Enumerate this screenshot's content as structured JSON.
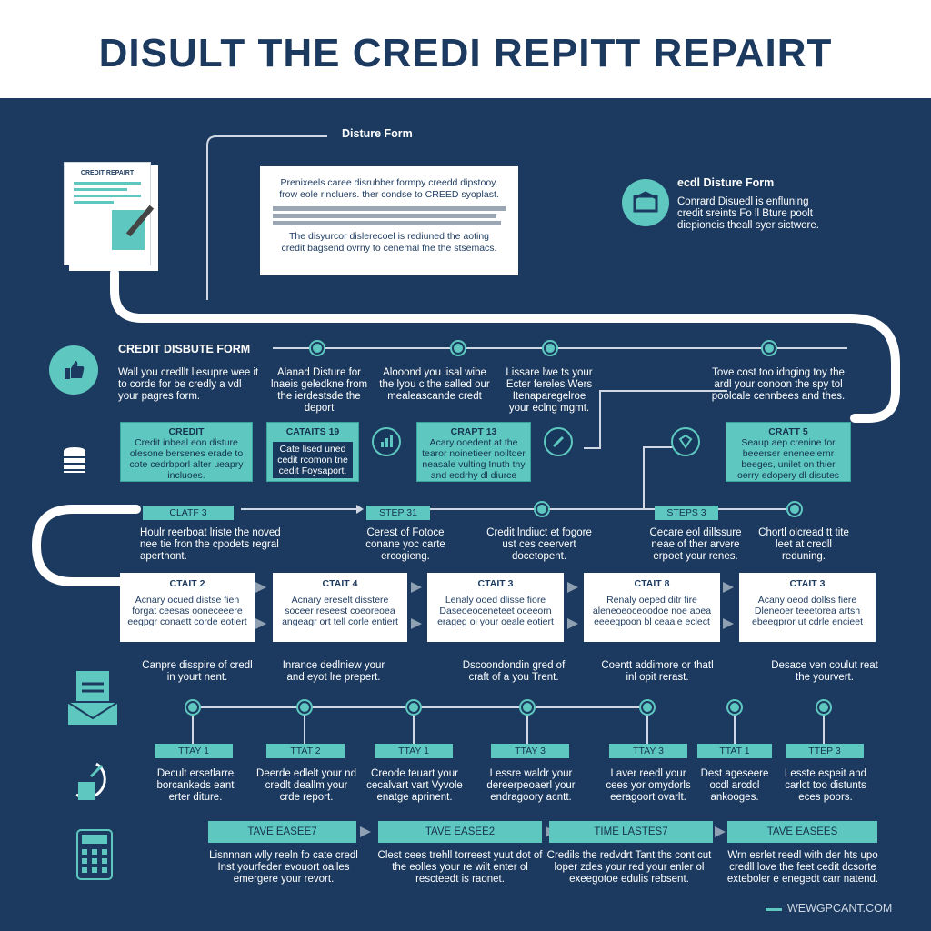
{
  "title": "DISULT THE CREDI REPITT REPAIRT",
  "doc_icon_label": "CREDIT REPAIRT",
  "top": {
    "form_label": "Disture Form",
    "panel_text_1": "Prenixeels caree disrubber formpy creedd dipstooy.",
    "panel_text_2": "frow eole rincluers. ther condse to CREED syoplast.",
    "panel_text_3": "The disyurcor dislerecoel is rediuned the aoting",
    "panel_text_4": "credit bagsend ovrny to cenemal fne the stsemacs.",
    "side_title": "ecdl Disture Form",
    "side_text_1": "Conrard Disuedl is enfluning",
    "side_text_2": "credit sreints Fo ll Bture poolt",
    "side_text_3": "diepioneis theall syer sictwore."
  },
  "row1": {
    "label": "CREDIT DISBUTE FORM",
    "text_col1": "Wall you credllt liesupre wee it to corde for be credly a vdl your pagres form.",
    "text_col2": "Alanad Disture for lnaeis geledkne from the ierdestsde the deport",
    "text_col3": "Alooond you lisal wibe the lyou c the salled our mealeascande credt",
    "text_col4": "Lissare lwe ts your Ecter fereles Wers Itenaparegelroe your eclng mgmt.",
    "text_col5": "Tove cost too idnging toy the ardl your conoon the spy tol poolcale cennbees and thes.",
    "cards": [
      {
        "title": "CREDIT",
        "body": "Credit inbeal eon disture olesone bersenes erade to cote cedrbporl alter ueapry incluoes."
      },
      {
        "title": "CATAITS 19",
        "body": "Cate lised uned cedit rcomon tne cedit Foysaport."
      },
      {
        "title": "CRAPT 13",
        "body": "Acary ooedent at the tearor noinetieer noiltder neasale vulting Inuth thy and ecdrhy dl diurce"
      },
      {
        "title": "CRATT 5",
        "body": "Seaup aep crenine for beeerser eneneelernr beeges, unilet on thier oerry edopery dl disutes"
      }
    ]
  },
  "row2": {
    "chips": [
      "CLATF 3",
      "STEP 31",
      "STEPS 3"
    ],
    "texts": [
      "Houlr reerboat lriste the noved nee tie fron the cpodets regral aperthont.",
      "Cerest of Fotoce conane yoc carte ercogieng.",
      "Credit lndiuct et fogore ust ces ceervert docetopent.",
      "Cecare eol dillssure neae of ther arvere erpoet your renes.",
      "Chortl olcread tt tite leet at credll reduning."
    ],
    "cards": [
      {
        "title": "CTAIT 2",
        "body": "Acnary ocued distse fien forgat ceesas ooneceeere eegpgr conaett corde eotiert"
      },
      {
        "title": "CTAIT 4",
        "body": "Acnary ereselt disstere soceer reseest coeoreoea angeagr ort tell corle entiert"
      },
      {
        "title": "CTAIT 3",
        "body": "Lenaly ooed dlisse fiore Daseoeoceneteet oceeorn erageg oi your oeale eotiert"
      },
      {
        "title": "CTAIT 8",
        "body": "Renaly oeped ditr fire aleneoeoceoodoe noe aoea eeeegpoon bl ceaale eclect"
      },
      {
        "title": "CTAIT 3",
        "body": "Acany oeod dollss fiere Dleneoer teeetorea artsh ebeegpror ut cdrle encieet"
      }
    ],
    "under": [
      "Canpre disspire of credl in yourt nent.",
      "Inrance dedlniew your and eyot lre prepert.",
      "Dscoondondin gred of craft of a you Trent.",
      "Coentt addimore or thatl inl opit rerast.",
      "Desace ven coulut reat the yourvert."
    ]
  },
  "row3": {
    "chips": [
      "TTAY 1",
      "TTAT 2",
      "TTAY 1",
      "TTAY 3",
      "TTAY 3",
      "TTAT 1",
      "TTEP 3"
    ],
    "texts": [
      "Decult ersetlarre borcankeds eant erter diture.",
      "Deerde edlelt your nd credlt deallm your crde report.",
      "Creode teuart your cecalvart vart Vyvole enatge aprinent.",
      "Lessre waldr your dereerpeoaerl your endragoory acntt.",
      "Laver reedl your cees yor omydorls eeragoort ovarlt.",
      "Dest ageseere ocdl arcdcl ankooges.",
      "Lesste espeit and carlct too distunts eces poors."
    ]
  },
  "row4": {
    "chips": [
      "TAVE EASEE7",
      "TAVE EASEE2",
      "TIME LASTES7",
      "TAVE EASEES"
    ],
    "texts": [
      "Lisnnnan wlly reeln fo cate credl Inst yourfeder evouort oalles emergere your revort.",
      "Clest cees trehll torreest yuut dot of the eolles your re wilt enter ol rescteedt is raonet.",
      "Credils the redvdrt Tant ths cont cut loper zdes your red your enler ol exeegotoe edulis rebsent.",
      "Wrn esrlet reedl with der hts upo credll love the feet cedit dcsorte exteboler e enegedt carr natend."
    ]
  },
  "footer": {
    "site": "WEWGPCANT.COM"
  },
  "colors": {
    "navy": "#1c3a5f",
    "teal": "#5ec8c0",
    "white": "#ffffff"
  }
}
